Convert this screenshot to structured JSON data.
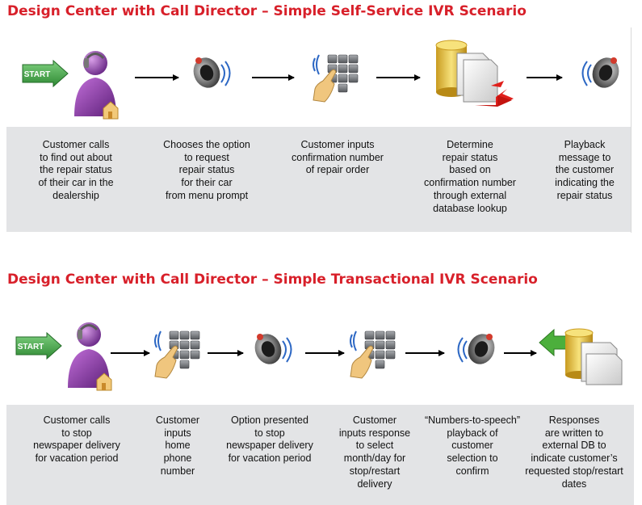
{
  "scenario1": {
    "title": "Design Center with Call Director – Simple Self-Service IVR Scenario",
    "start_label": "START",
    "steps": [
      {
        "icon": "caller-person-icon",
        "caption": "Customer calls\nto find out about\nthe repair status\nof their car in the\ndealership"
      },
      {
        "icon": "speaker-icon",
        "caption": "Chooses the option\nto request\nrepair status\nfor their car\nfrom menu prompt"
      },
      {
        "icon": "keypad-icon",
        "caption": "Customer inputs\nconfirmation number\nof repair order"
      },
      {
        "icon": "database-lookup-icon",
        "caption": "Determine\nrepair status\nbased on\nconfirmation number\nthrough external\ndatabase lookup"
      },
      {
        "icon": "speaker-icon",
        "caption": "Playback\nmessage to\nthe customer\nindicating the\nrepair status"
      }
    ]
  },
  "scenario2": {
    "title": "Design Center with Call Director – Simple Transactional IVR Scenario",
    "start_label": "START",
    "steps": [
      {
        "icon": "caller-person-icon",
        "caption": "Customer calls\nto stop\nnewspaper delivery\nfor vacation period"
      },
      {
        "icon": "keypad-icon",
        "caption": "Customer\ninputs\nhome\nphone\nnumber"
      },
      {
        "icon": "speaker-icon",
        "caption": "Option presented\nto stop\nnewspaper delivery\nfor vacation period"
      },
      {
        "icon": "keypad-icon",
        "caption": "Customer\ninputs response\nto select\nmonth/day for\nstop/restart\ndelivery"
      },
      {
        "icon": "speaker-icon",
        "caption": "“Numbers-to-speech”\nplayback of\ncustomer\nselection to\nconfirm"
      },
      {
        "icon": "database-write-icon",
        "caption": "Responses\nare written to\nexternal DB to\nindicate customer’s\nrequested stop/restart\ndates"
      }
    ]
  },
  "colors": {
    "title": "#d8202a",
    "panel": "#e3e4e6",
    "start_arrow": "#4aa14a",
    "person": "#8e3aa6",
    "arrow_red": "#e0201c",
    "db_gold": "#e8c348",
    "write_green": "#4caf3c"
  }
}
